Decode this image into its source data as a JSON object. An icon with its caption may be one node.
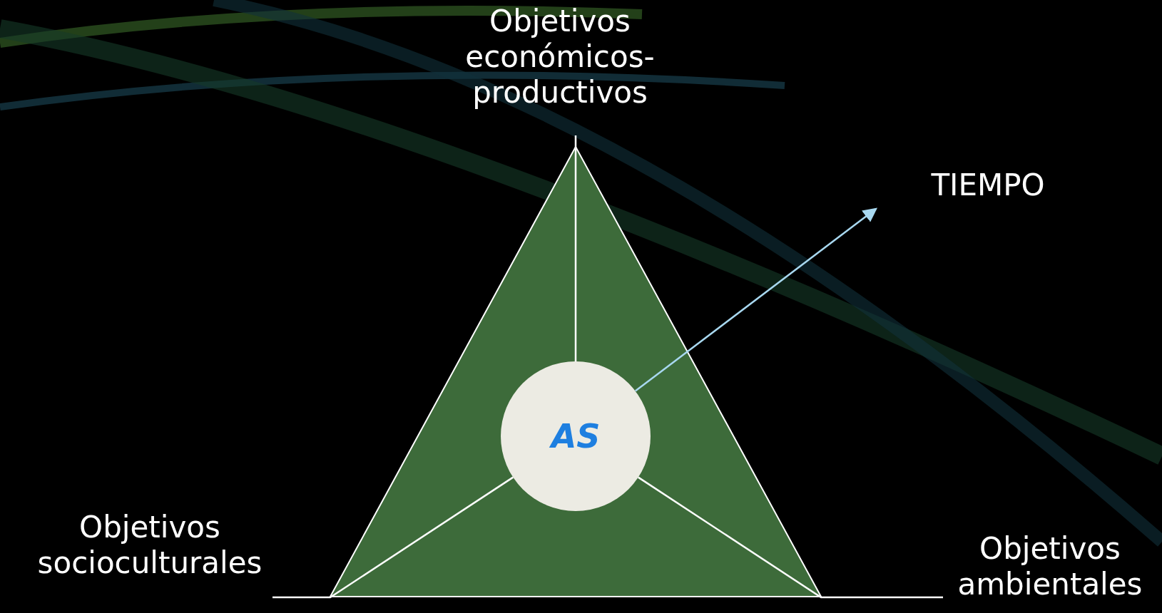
{
  "diagram": {
    "nodes": [
      {
        "text": [
          "Objetivos económicos-productivos"
        ]
      },
      {
        "text": [
          "TIEMPO"
        ]
      },
      {
        "text": [],
        "shape": "triangle"
      },
      {
        "text": [
          "AS"
        ],
        "in": 2
      },
      {
        "text": [
          "Objetivos socioculturales"
        ]
      },
      {
        "text": [
          "Objetivos ambientales"
        ]
      }
    ],
    "edges": [
      {
        "from": 3,
        "to": 0,
        "arrow": "none"
      },
      {
        "from": 3,
        "to": 1,
        "arrow": "to",
        "color": "#a8d8f0"
      },
      {
        "from": 3,
        "to": 4,
        "arrow": "none"
      },
      {
        "from": 3,
        "to": 5,
        "arrow": "none"
      }
    ]
  }
}
